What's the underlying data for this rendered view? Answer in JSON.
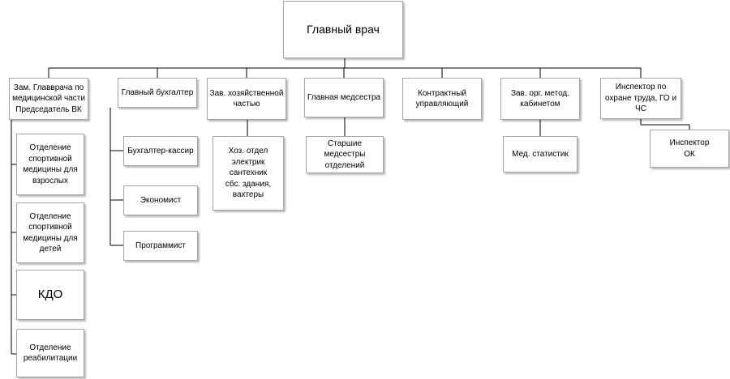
{
  "diagram": {
    "root": "Главный врач",
    "departments": [
      "Зам. Главврача по\nмедицинской части\nПредседатель ВК",
      "Главный бухгалтер",
      "Зав. хозяйственной\nчастью",
      "Главная медсестра",
      "Контрактный\nуправляющий",
      "Зав. орг. метод.\nкабинетом",
      "Инспектор по\nохране труда, ГО и\nЧС"
    ],
    "medical_units": [
      "Отделение\nспортивной\nмедицины для\nвзрослых",
      "Отделение\nспортивной\nмедицины для\nдетей",
      "КДО",
      "Отделение\nреабилитации"
    ],
    "accounting_units": [
      "Бухгалтер-кассир",
      "Экономист",
      "Программист"
    ],
    "household_unit": "Хоз. отдел\nэлектрик\nсантехник\nсбс. здания,\nвахтеры",
    "nursing_unit": "Старшие\nмедсестры\nотделений",
    "method_unit": "Мед. статистик",
    "safety_unit": "Инспектор\nОК",
    "line_color": "#000000",
    "border_color": "#a6a6a6"
  }
}
